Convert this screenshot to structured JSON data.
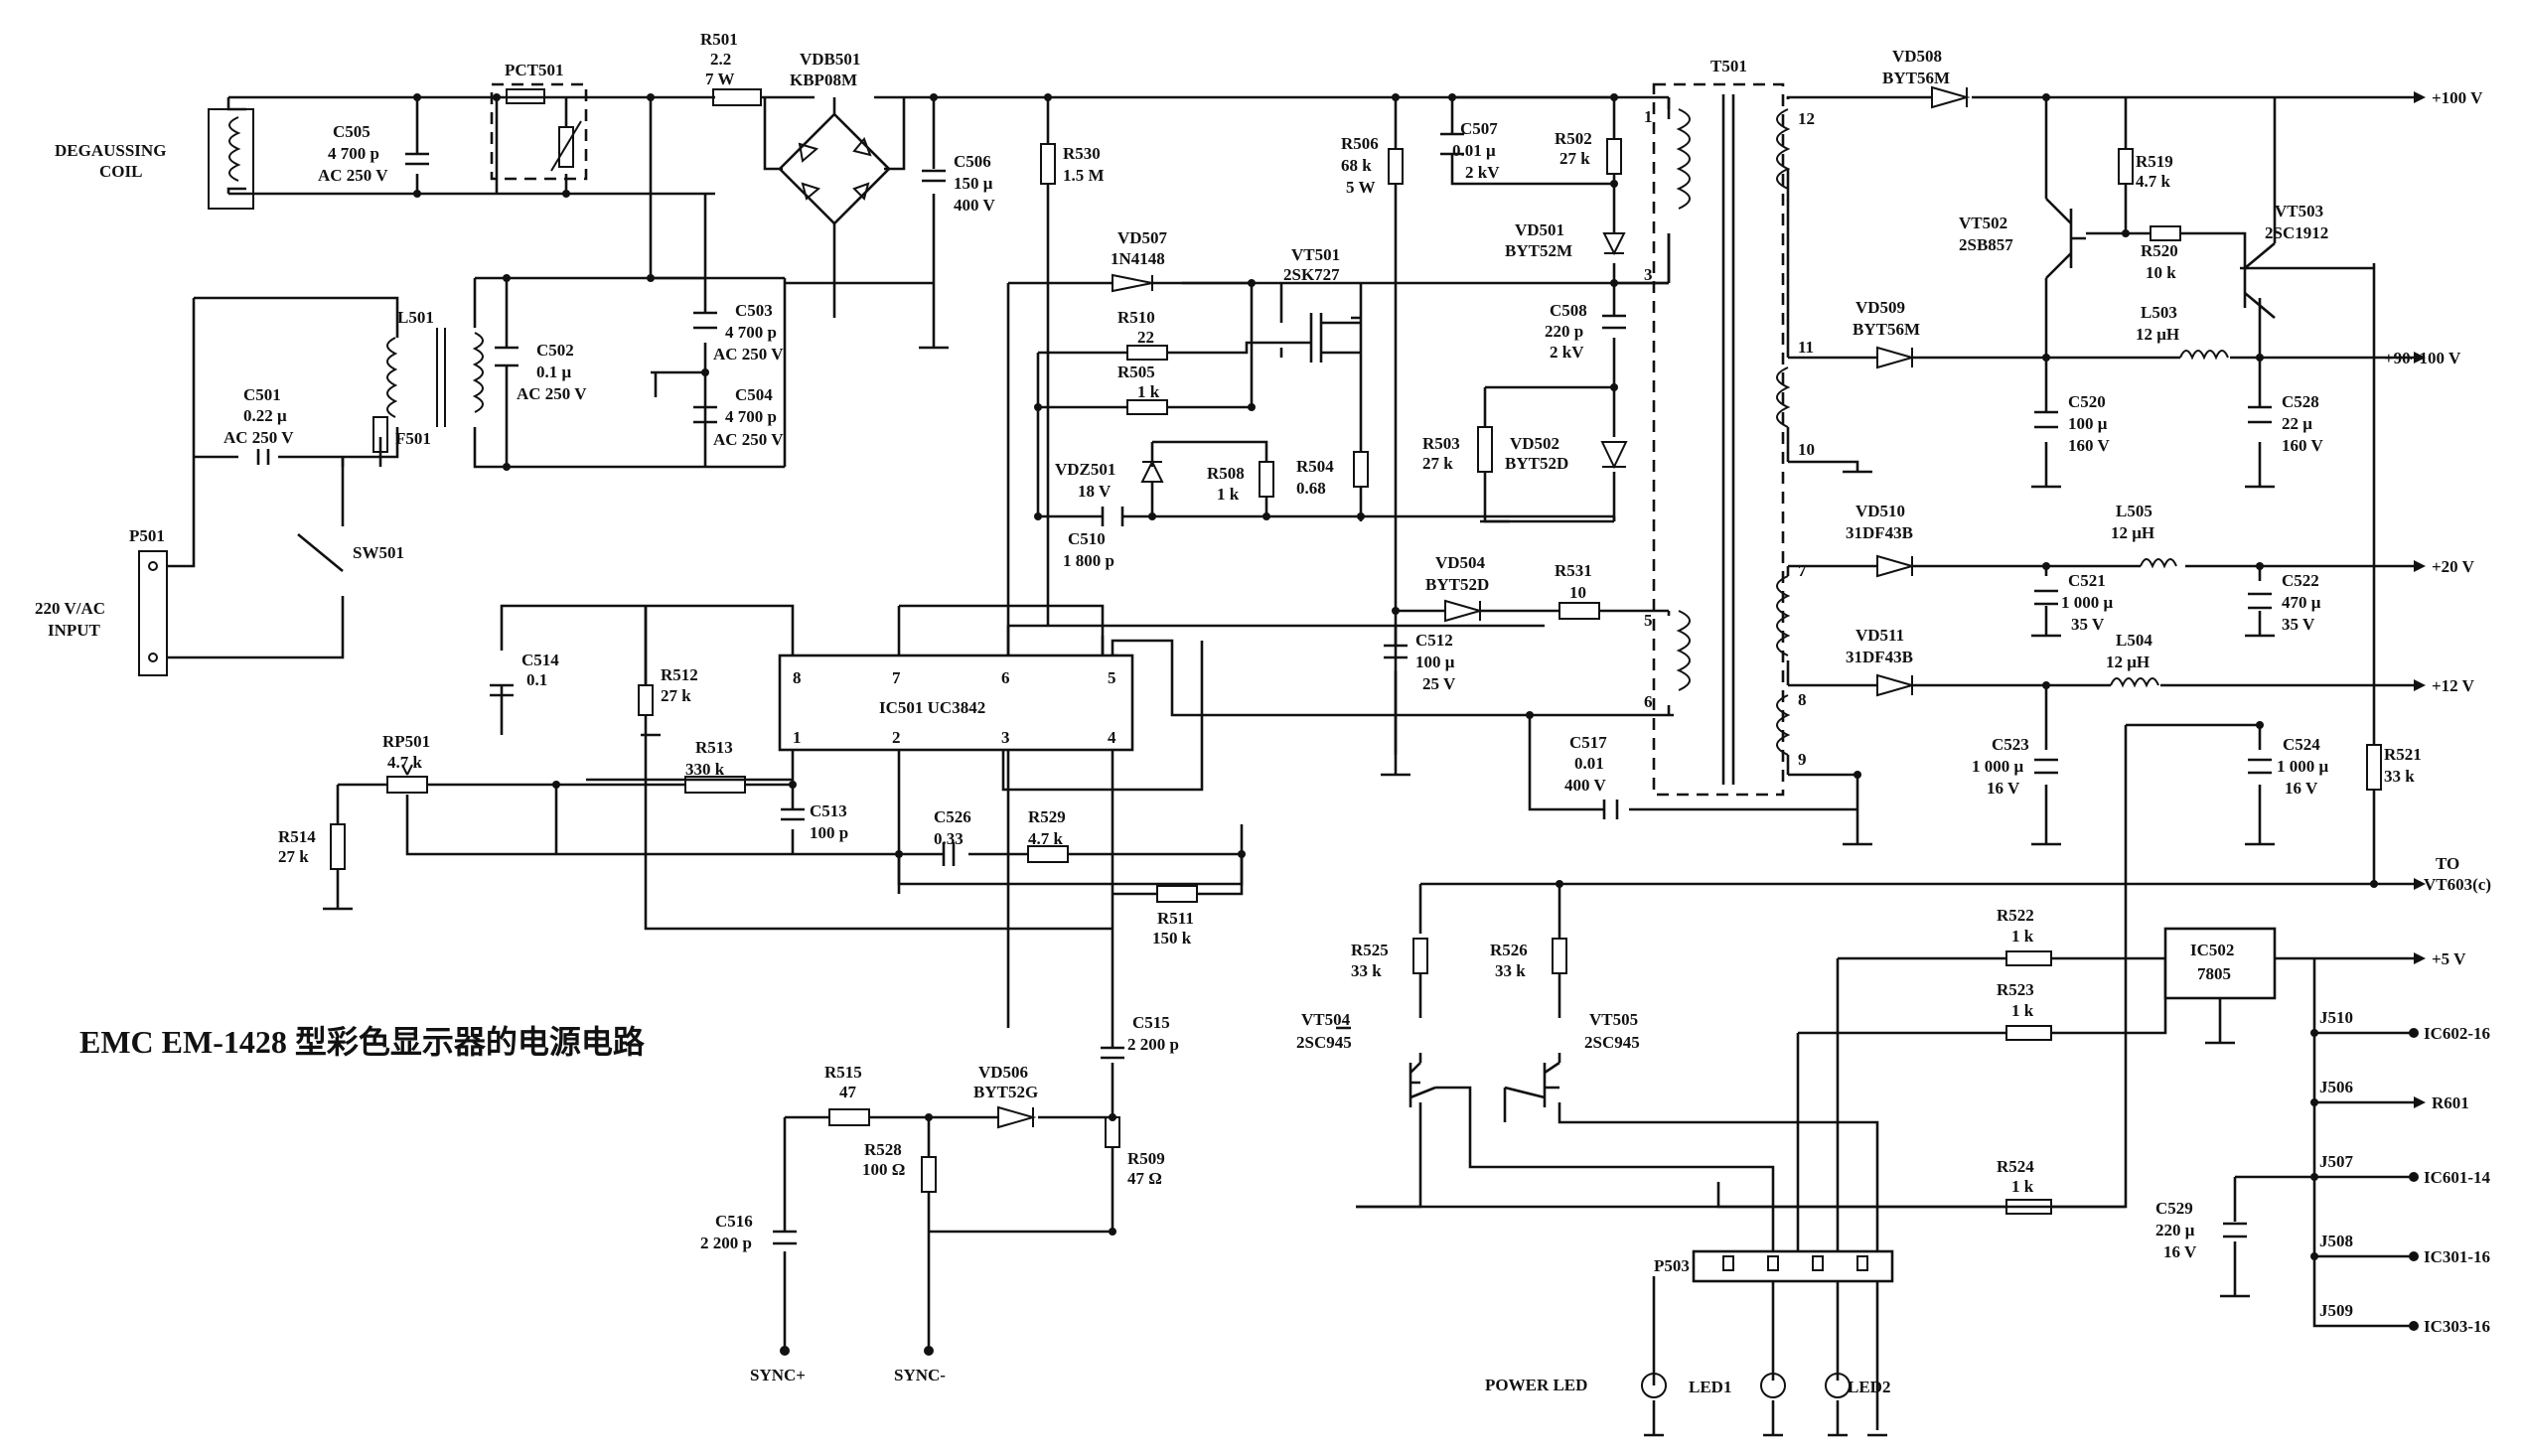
{
  "title": "EMC EM-1428 型彩色显示器的电源电路",
  "transformer": "T501",
  "outputs": {
    "o100": "+100 V",
    "o90": "+90~100 V",
    "o20": "+20 V",
    "o12": "+12 V",
    "to1": "TO",
    "to2": "VT603(c)",
    "o5": "+5 V"
  },
  "connectors": {
    "j510": "J510",
    "n510": "IC602-16",
    "j506": "J506",
    "n506": "R601",
    "j507": "J507",
    "n507": "IC601-14",
    "j508": "J508",
    "n508": "IC301-16",
    "j509": "J509",
    "n509": "IC303-16"
  },
  "parts": {
    "degauss1": "DEGAUSSING",
    "degauss2": "COIL",
    "pct": "PCT501",
    "c505a": "C505",
    "c505b": "4 700 p",
    "c505c": "AC 250 V",
    "r501a": "R501",
    "r501b": "2.2",
    "r501c": "7 W",
    "vdb1": "VDB501",
    "vdb2": "KBP08M",
    "c506a": "C506",
    "c506b": "150 μ",
    "c506c": "400 V",
    "r530a": "R530",
    "r530b": "1.5 M",
    "vd507a": "VD507",
    "vd507b": "1N4148",
    "r510a": "R510",
    "r510b": "22",
    "r505a": "R505",
    "r505b": "1 k",
    "vdz1": "VDZ501",
    "vdz2": "18 V",
    "r508a": "R508",
    "r508b": "1 k",
    "c510a": "C510",
    "c510b": "1 800 p",
    "vt501a": "VT501",
    "vt501b": "2SK727",
    "r506a": "R506",
    "r506b": "68 k",
    "r506c": "5 W",
    "r504a": "R504",
    "r504b": "0.68",
    "c507a": "C507",
    "c507b": "0.01 μ",
    "c507c": "2 kV",
    "r502a": "R502",
    "r502b": "27 k",
    "vd501a": "VD501",
    "vd501b": "BYT52M",
    "c508a": "C508",
    "c508b": "220 p",
    "c508c": "2 kV",
    "r503a": "R503",
    "r503b": "27 k",
    "vd502a": "VD502",
    "vd502b": "BYT52D",
    "l501": "L501",
    "c502a": "C502",
    "c502b": "0.1 μ",
    "c502c": "AC 250 V",
    "c503a": "C503",
    "c503b": "4 700 p",
    "c503c": "AC 250 V",
    "c504a": "C504",
    "c504b": "4 700 p",
    "c504c": "AC 250 V",
    "c501a": "C501",
    "c501b": "0.22 μ",
    "c501c": "AC 250 V",
    "f501": "F501",
    "sw501": "SW501",
    "p501": "P501",
    "in1": "220 V/AC",
    "in2": "INPUT",
    "c514a": "C514",
    "c514b": "0.1",
    "r512a": "R512",
    "r512b": "27 k",
    "ic1": "IC501 UC3842",
    "rp1": "RP501",
    "rp2": "4.7 k",
    "r513a": "R513",
    "r513b": "330 k",
    "r514a": "R514",
    "r514b": "27 k",
    "c513a": "C513",
    "c513b": "100 p",
    "c526a": "C526",
    "c526b": "0.33",
    "r529a": "R529",
    "r529b": "4.7 k",
    "r511a": "R511",
    "r511b": "150 k",
    "c515a": "C515",
    "c515b": "2 200 p",
    "r515a": "R515",
    "r515b": "47",
    "vd506a": "VD506",
    "vd506b": "BYT52G",
    "r528a": "R528",
    "r528b": "100 Ω",
    "r509a": "R509",
    "r509b": "47 Ω",
    "c516a": "C516",
    "c516b": "2 200 p",
    "syncp": "SYNC+",
    "syncm": "SYNC-",
    "vd504a": "VD504",
    "vd504b": "BYT52D",
    "r531a": "R531",
    "r531b": "10",
    "c512a": "C512",
    "c512b": "100 μ",
    "c512c": "25 V",
    "c517a": "C517",
    "c517b": "0.01",
    "c517c": "400 V",
    "vd508a": "VD508",
    "vd508b": "BYT56M",
    "vt502a": "VT502",
    "vt502b": "2SB857",
    "r519a": "R519",
    "r519b": "4.7 k",
    "r520a": "R520",
    "r520b": "10 k",
    "vt503a": "VT503",
    "vt503b": "2SC1912",
    "vd509a": "VD509",
    "vd509b": "BYT56M",
    "l503a": "L503",
    "l503b": "12 μH",
    "c520a": "C520",
    "c520b": "100 μ",
    "c520c": "160 V",
    "c528a": "C528",
    "c528b": "22 μ",
    "c528c": "160 V",
    "vd510a": "VD510",
    "vd510b": "31DF43B",
    "l505a": "L505",
    "l505b": "12 μH",
    "c521a": "C521",
    "c521b": "1 000 μ",
    "c521c": "35 V",
    "c522a": "C522",
    "c522b": "470 μ",
    "c522c": "35 V",
    "vd511a": "VD511",
    "vd511b": "31DF43B",
    "l504a": "L504",
    "l504b": "12 μH",
    "c523a": "C523",
    "c523b": "1 000 μ",
    "c523c": "16 V",
    "c524a": "C524",
    "c524b": "1 000 μ",
    "c524c": "16 V",
    "r521a": "R521",
    "r521b": "33 k",
    "r522a": "R522",
    "r522b": "1 k",
    "r523a": "R523",
    "r523b": "1 k",
    "r524a": "R524",
    "r524b": "1 k",
    "ic502a": "IC502",
    "ic502b": "7805",
    "r525a": "R525",
    "r525b": "33 k",
    "r526a": "R526",
    "r526b": "33 k",
    "vt504a": "VT504",
    "vt504b": "2SC945",
    "vt505a": "VT505",
    "vt505b": "2SC945",
    "c529a": "C529",
    "c529b": "220 μ",
    "c529c": "16 V",
    "p503": "P503",
    "pled": "POWER LED",
    "led1": "LED1",
    "led2": "LED2"
  },
  "pins": {
    "p1": "1",
    "p2": "2",
    "p3": "3",
    "p4": "4",
    "p5": "5",
    "p6": "6",
    "p7": "7",
    "p8": "8",
    "t1": "1",
    "t3": "3",
    "t5": "5",
    "t6": "6",
    "t7": "7",
    "t8": "8",
    "t9": "9",
    "t10": "10",
    "t11": "11",
    "t12": "12"
  }
}
